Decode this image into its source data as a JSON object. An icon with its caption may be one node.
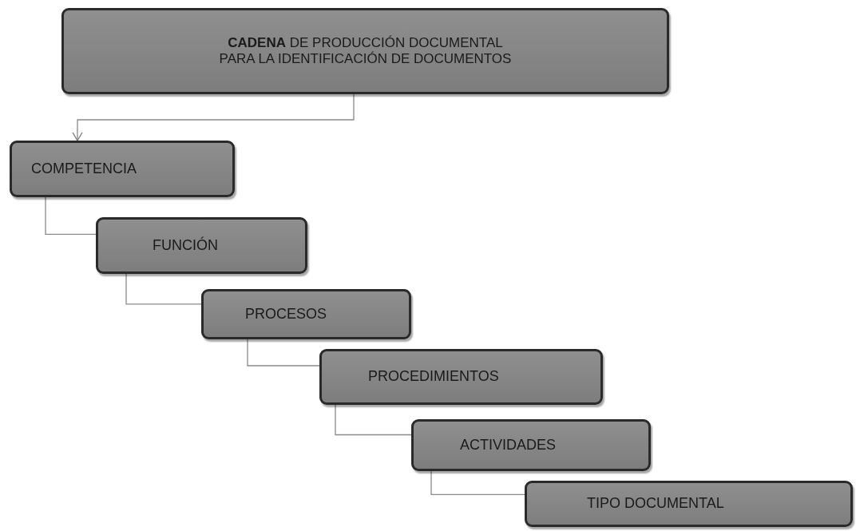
{
  "diagram": {
    "nodes": [
      {
        "text": [
          "**CADENA** DE PRODUCCIÓN DOCUMENTAL PARA LA IDENTIFICACIÓN DE DOCUMENTOS"
        ]
      },
      {
        "text": [
          "COMPETENCIA"
        ]
      },
      {
        "text": [
          "FUNCIÓN"
        ]
      },
      {
        "text": [
          "PROCESOS"
        ]
      },
      {
        "text": [
          "PROCEDIMIENTOS"
        ]
      },
      {
        "text": [
          "ACTIVIDADES"
        ]
      },
      {
        "text": [
          "TIPO DOCUMENTAL"
        ]
      }
    ],
    "edges": [
      {
        "from": 0,
        "to": 1,
        "arrow": "to"
      },
      {
        "from": 1,
        "to": 2,
        "arrow": "none"
      },
      {
        "from": 2,
        "to": 3,
        "arrow": "none"
      },
      {
        "from": 3,
        "to": 4,
        "arrow": "none"
      },
      {
        "from": 4,
        "to": 5,
        "arrow": "none"
      },
      {
        "from": 5,
        "to": 6,
        "arrow": "none"
      }
    ]
  }
}
